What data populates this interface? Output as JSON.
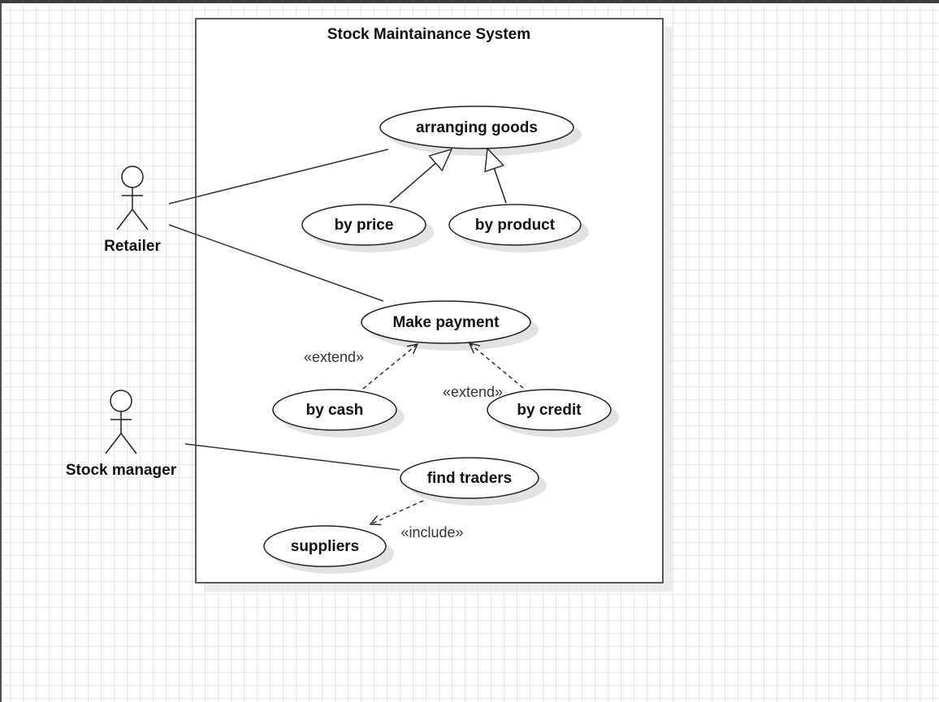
{
  "diagram": {
    "system_title": "Stock Maintainance System",
    "actors": {
      "retailer": "Retailer",
      "stock_manager": "Stock manager"
    },
    "use_cases": {
      "arranging_goods": "arranging goods",
      "by_price": "by price",
      "by_product": "by product",
      "make_payment": "Make payment",
      "by_cash": "by cash",
      "by_credit": "by credit",
      "find_traders": "find traders",
      "suppliers": "suppliers"
    },
    "stereotypes": {
      "extend_cash": "«extend»",
      "extend_credit": "«extend»",
      "include_suppliers": "«include»"
    }
  }
}
